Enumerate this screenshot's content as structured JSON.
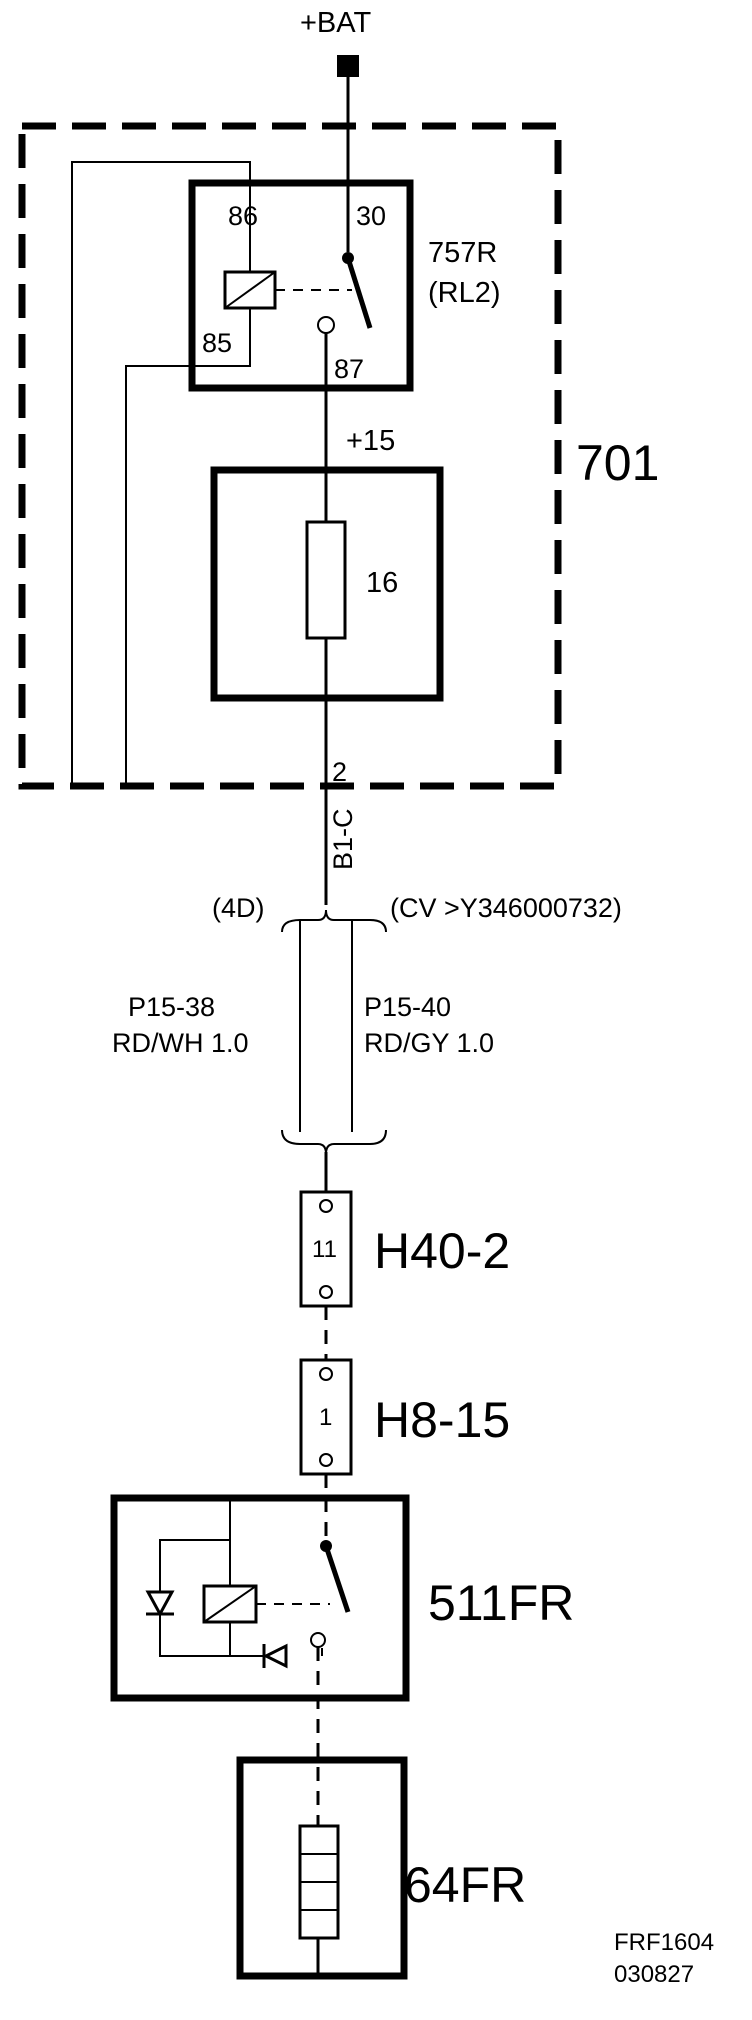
{
  "supply": {
    "label": "+BAT"
  },
  "fuse_box": {
    "label": "701"
  },
  "relay_main": {
    "name": "757R",
    "alias": "(RL2)",
    "pins": {
      "p86": "86",
      "p85": "85",
      "p30": "30",
      "p87": "87"
    }
  },
  "fused_output": {
    "label": "+15"
  },
  "fuse": {
    "number": "16"
  },
  "fuse_box_pin": {
    "number": "2"
  },
  "connector_code": "B1-C",
  "variants": {
    "left": "(4D)",
    "right": "(CV >Y346000732)"
  },
  "wires": [
    {
      "circuit": "P15-38",
      "spec": "RD/WH 1.0"
    },
    {
      "circuit": "P15-40",
      "spec": "RD/GY 1.0"
    }
  ],
  "connectors": [
    {
      "pin": "11",
      "name": "H40-2"
    },
    {
      "pin": "1",
      "name": "H8-15"
    }
  ],
  "relay_rear": {
    "name": "511FR"
  },
  "heater": {
    "name": "64FR"
  },
  "figure": {
    "ref": "FRF1604",
    "date": "030827"
  }
}
